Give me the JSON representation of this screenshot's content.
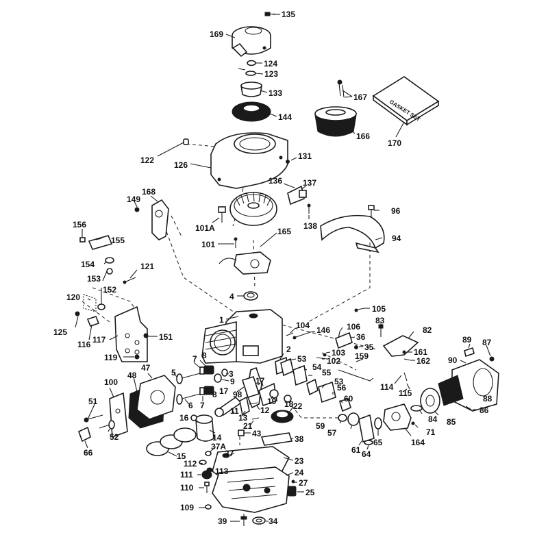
{
  "diagram": {
    "gasket_box_text": "GASKET SET",
    "labels": {
      "l135": "135",
      "l169": "169",
      "l124": "124",
      "l123": "123",
      "l133": "133",
      "l144": "144",
      "l167": "167",
      "l166": "166",
      "l170": "170",
      "l122": "122",
      "l126": "126",
      "l131": "131",
      "l136": "136",
      "l137": "137",
      "l168": "168",
      "l149": "149",
      "l96": "96",
      "l138": "138",
      "l156": "156",
      "l155": "155",
      "l101A": "101A",
      "l165": "165",
      "l94": "94",
      "l101": "101",
      "l154": "154",
      "l121": "121",
      "l153": "153",
      "l152": "152",
      "l120": "120",
      "l4": "4",
      "l105": "105",
      "l125": "125",
      "l1": "1",
      "l104": "104",
      "l146": "146",
      "l106": "106",
      "l83": "83",
      "l82": "82",
      "l89": "89",
      "l87": "87",
      "l116": "116",
      "l117": "117",
      "l151": "151",
      "l36": "36",
      "l35": "35",
      "l103": "103",
      "l53a": "53",
      "l2": "2",
      "l102": "102",
      "l159": "159",
      "l161": "161",
      "l162": "162",
      "l90": "90",
      "l119": "119",
      "l7a": "7",
      "l8a": "8",
      "l54": "54",
      "l5": "5",
      "l3": "3",
      "l9": "9",
      "l55": "55",
      "l48": "48",
      "l47": "47",
      "l100": "100",
      "l17a": "17",
      "l53b": "53",
      "l56": "56",
      "l114": "114",
      "l115": "115",
      "l88": "88",
      "l7b": "7",
      "l8b": "8",
      "l98": "98",
      "l17b": "17",
      "l19": "19",
      "l18": "18",
      "l22": "22",
      "l60": "60",
      "l51": "51",
      "l6": "6",
      "l11": "11",
      "l13": "13",
      "l12": "12",
      "l21": "21",
      "l84": "84",
      "l85": "85",
      "l86": "86",
      "l52": "52",
      "l16": "16",
      "l59": "59",
      "l57": "57",
      "l71": "71",
      "l14": "14",
      "l43": "43",
      "l38": "38",
      "l61": "61",
      "l64": "64",
      "l65": "65",
      "l164": "164",
      "l66": "66",
      "l15": "15",
      "l37A": "37A",
      "l112": "112",
      "l37": "37",
      "l23": "23",
      "l113": "113",
      "l111": "111",
      "l24": "24",
      "l27": "27",
      "l110": "110",
      "l25": "25",
      "l109": "109",
      "l39": "39",
      "l34": "34"
    }
  }
}
